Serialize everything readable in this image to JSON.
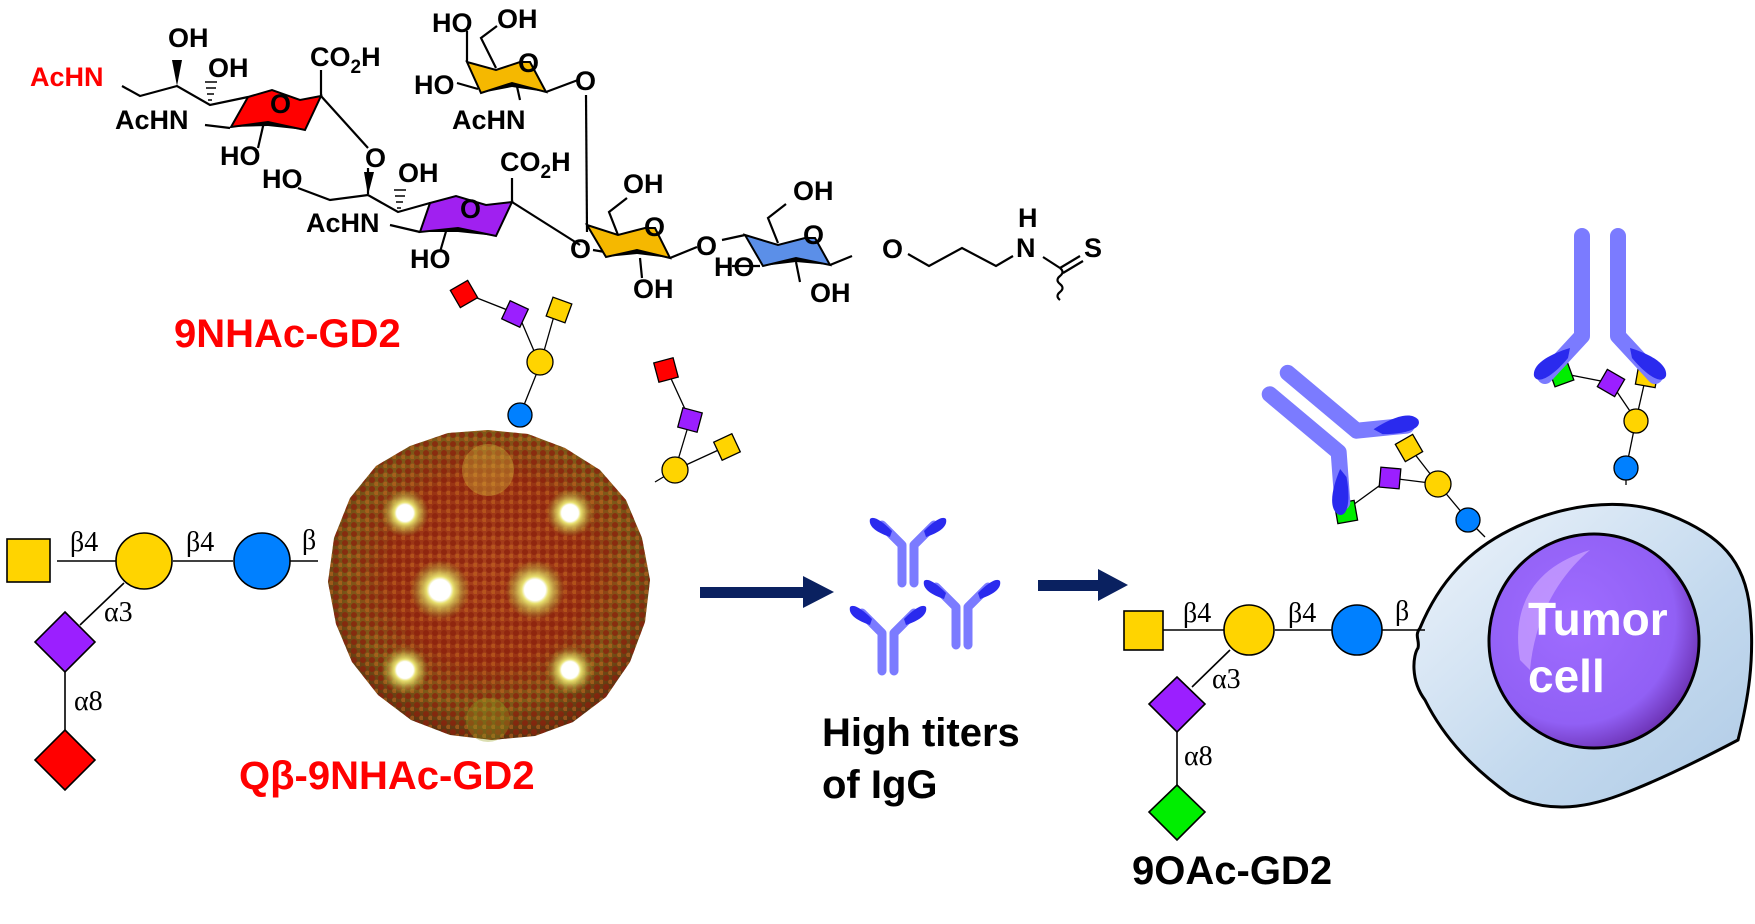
{
  "colors": {
    "neu5ac_purple": "#9b1fff",
    "neu9nhac_red": "#ff0000",
    "neu9oac_green": "#00ee00",
    "galnac_gal_yellow": "#ffd400",
    "glc_blue": "#0080ff",
    "arrow_navy": "#0a2160",
    "antibody_light": "#7b7bff",
    "antibody_dark": "#2a2aee",
    "cell_body": "#c9def0",
    "nucleus": "#9a66ff"
  },
  "structure": {
    "labels": {
      "achn_red": "AcHN",
      "oh1": "OH",
      "oh2": "OH",
      "co2h_1": "CO",
      "co2h_1_sub": "2",
      "co2h_1_h": "H",
      "achn1": "AcHN",
      "ho1": "HO",
      "o_link1": "O",
      "ho2": "HO",
      "oh3": "OH",
      "co2h_2": "CO",
      "co2h_2_sub": "2",
      "co2h_2_h": "H",
      "achn2": "AcHN",
      "ho3": "HO",
      "o_link2": "O",
      "galnac_ho1": "HO",
      "galnac_oh": "OH",
      "galnac_ho2": "HO",
      "galnac_achn": "AcHN",
      "o_link3": "O",
      "gal_oh1": "OH",
      "gal_oh2": "OH",
      "o_link4": "O",
      "glc_oh1": "OH",
      "glc_ho": "HO",
      "glc_oh2": "OH",
      "o_link5": "O",
      "nh_h": "H",
      "nh_n": "N",
      "thio_s": "S",
      "ring_o1": "O",
      "ring_o2": "O",
      "ring_o3": "O",
      "ring_o4": "O",
      "ring_o5": "O"
    }
  },
  "titles": {
    "compound": "9NHAc-GD2",
    "conjugate": "Qβ-9NHAc-GD2",
    "antibodies": [
      "High titers",
      "of IgG"
    ],
    "target": "9OAc-GD2",
    "cell": [
      "Tumor",
      "cell"
    ]
  },
  "glycan_left": {
    "linkages": [
      "β4",
      "β4",
      "β",
      "α3",
      "α8"
    ]
  },
  "glycan_right": {
    "linkages": [
      "β4",
      "β4",
      "β",
      "α3",
      "α8"
    ]
  }
}
